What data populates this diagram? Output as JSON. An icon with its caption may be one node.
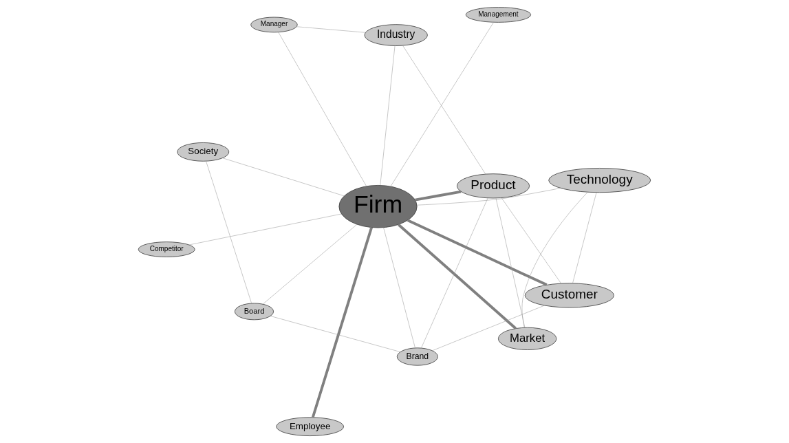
{
  "diagram": {
    "nodes": [
      {
        "text": [
          "Firm"
        ]
      },
      {
        "text": [
          "Product"
        ]
      },
      {
        "text": [
          "Brand"
        ]
      },
      {
        "text": [
          "Manager"
        ]
      },
      {
        "text": [
          "Management"
        ]
      },
      {
        "text": [
          "Industry"
        ]
      },
      {
        "text": [
          "Competitor"
        ]
      },
      {
        "text": [
          "Customer"
        ]
      },
      {
        "text": [
          "Employee"
        ]
      },
      {
        "text": [
          "Market"
        ]
      },
      {
        "text": [
          "Board"
        ]
      },
      {
        "text": [
          "Society"
        ]
      },
      {
        "text": [
          "Technology"
        ]
      }
    ],
    "edges": [
      {
        "from": 0,
        "to": 1,
        "arrow": "none",
        "style": "thick"
      },
      {
        "from": 0,
        "to": 7,
        "arrow": "none",
        "style": "thick"
      },
      {
        "from": 0,
        "to": 8,
        "arrow": "none",
        "style": "thick"
      },
      {
        "from": 0,
        "to": 9,
        "arrow": "none",
        "style": "thick"
      },
      {
        "from": 0,
        "to": 2,
        "arrow": "none"
      },
      {
        "from": 0,
        "to": 4,
        "arrow": "none"
      },
      {
        "from": 0,
        "to": 10,
        "arrow": "none"
      },
      {
        "from": 0,
        "to": 11,
        "arrow": "none"
      },
      {
        "from": 0,
        "to": 12,
        "arrow": "none"
      },
      {
        "from": 0,
        "to": 5,
        "arrow": "none"
      },
      {
        "from": 6,
        "to": 0,
        "arrow": "none"
      },
      {
        "from": 1,
        "to": 2,
        "arrow": "none"
      },
      {
        "from": 1,
        "to": 5,
        "arrow": "none"
      },
      {
        "from": 1,
        "to": 7,
        "arrow": "none"
      },
      {
        "from": 1,
        "to": 9,
        "arrow": "none"
      },
      {
        "from": 3,
        "to": 5,
        "arrow": "none"
      },
      {
        "from": 3,
        "to": 0,
        "arrow": "none"
      },
      {
        "from": 7,
        "to": 12,
        "arrow": "none"
      },
      {
        "from": 9,
        "to": 12,
        "arrow": "none"
      },
      {
        "from": 10,
        "to": 11,
        "arrow": "none"
      },
      {
        "from": 2,
        "to": 10,
        "arrow": "none"
      },
      {
        "from": 2,
        "to": 7,
        "arrow": "none"
      }
    ]
  }
}
